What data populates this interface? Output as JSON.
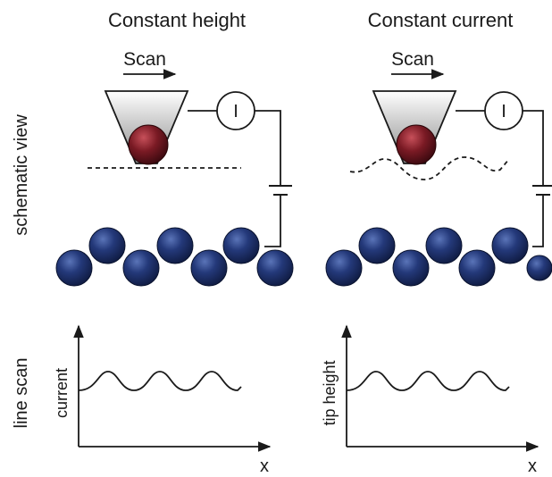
{
  "panels": [
    {
      "id": "constant-height",
      "title": "Constant height",
      "scan_label": "Scan",
      "meter_symbol": "I",
      "tip_path": "flat",
      "graph_ylabel": "current",
      "graph_xlabel": "x"
    },
    {
      "id": "constant-current",
      "title": "Constant current",
      "scan_label": "Scan",
      "meter_symbol": "I",
      "tip_path": "wavy",
      "graph_ylabel": "tip height",
      "graph_xlabel": "x"
    }
  ],
  "row_labels": {
    "schematic": "schematic view",
    "line_scan": "line scan"
  },
  "colors": {
    "atom": "#1f3370",
    "atom_highlight": "#5a74b8",
    "tip_atom": "#7a1a24",
    "tip_atom_highlight": "#c7505a",
    "tip_dark": "#8a8a8a",
    "stroke": "#1a1a1a"
  }
}
